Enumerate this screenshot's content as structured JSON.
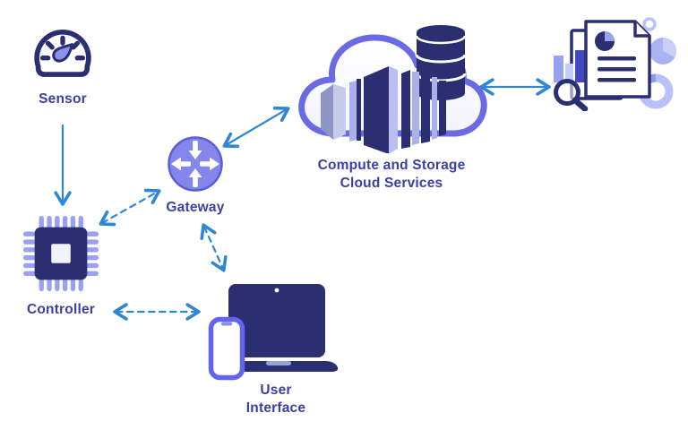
{
  "diagram": {
    "nodes": {
      "sensor": {
        "label": "Sensor",
        "icon": "gauge-icon"
      },
      "controller": {
        "label": "Controller",
        "icon": "chip-icon"
      },
      "gateway": {
        "label": "Gateway",
        "icon": "router-icon"
      },
      "cloud": {
        "label_line1": "Compute and Storage",
        "label_line2": "Cloud Services",
        "icons": [
          "cloud-icon",
          "server-icon",
          "database-icon"
        ]
      },
      "user_interface": {
        "label_line1": "User",
        "label_line2": "Interface",
        "icons": [
          "laptop-icon",
          "smartphone-icon"
        ]
      },
      "analytics": {
        "icons": [
          "report-document-icon",
          "bar-chart-icon",
          "pie-chart-icon",
          "magnifier-icon",
          "donut-chart-icon"
        ]
      }
    },
    "edges": [
      {
        "from": "sensor",
        "to": "controller",
        "style": "solid",
        "arrows": "one-way"
      },
      {
        "from": "gateway",
        "to": "cloud",
        "style": "solid",
        "arrows": "two-way"
      },
      {
        "from": "cloud",
        "to": "analytics",
        "style": "solid",
        "arrows": "two-way"
      },
      {
        "from": "controller",
        "to": "gateway",
        "style": "dashed",
        "arrows": "two-way"
      },
      {
        "from": "gateway",
        "to": "user_interface",
        "style": "dashed",
        "arrows": "two-way"
      },
      {
        "from": "controller",
        "to": "user_interface",
        "style": "dashed",
        "arrows": "two-way"
      }
    ],
    "colors": {
      "navy": "#2b2e71",
      "purple_accent": "#6165ee",
      "router_fill": "#8486ec",
      "light_purple": "#9aa0f0",
      "pale_purple": "#c5cbf8",
      "arrow_blue": "#2e86d6",
      "label_text": "#3b3fa5"
    }
  }
}
